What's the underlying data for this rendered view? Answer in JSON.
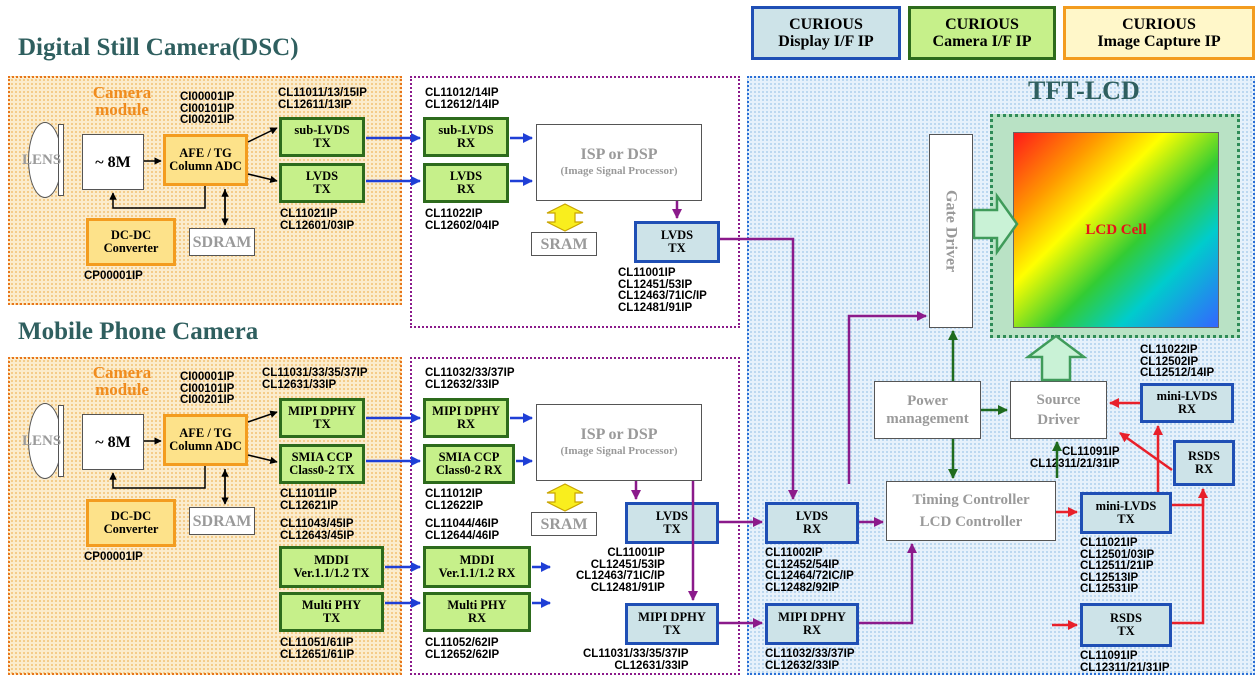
{
  "titles": {
    "dsc": "Digital Still Camera(DSC)",
    "mobile": "Mobile Phone Camera",
    "tft": "TFT-LCD"
  },
  "legend": [
    {
      "line1": "CURIOUS",
      "line2": "Display I/F IP"
    },
    {
      "line1": "CURIOUS",
      "line2": "Camera I/F IP"
    },
    {
      "line1": "CURIOUS",
      "line2": "Image Capture IP"
    }
  ],
  "dsc": {
    "camera_module": "Camera\nmodule",
    "lens": "LENS",
    "sensor": "~ 8M",
    "afe": "AFE / TG\nColumn ADC",
    "sdram": "SDRAM",
    "dcdc": "DC-DC\nConverter",
    "cp_ip": "CP00001IP",
    "ci_ip": "CI00001IP\nCI00101IP\nCI00201IP",
    "tx_top_ip": "CL11011/13/15IP\nCL12611/13IP",
    "sublvds_tx": "sub-LVDS\nTX",
    "lvds_tx": "LVDS\nTX",
    "tx_bot_ip": "CL11021IP\nCL12601/03IP",
    "rx_top_ip": "CL11012/14IP\nCL12612/14IP",
    "sublvds_rx": "sub-LVDS\nRX",
    "lvds_rx": "LVDS\nRX",
    "rx_bot_ip": "CL11022IP\nCL12602/04IP",
    "isp": "ISP or DSP",
    "isp_sub": "(Image Signal Processor)",
    "sram": "SRAM",
    "out_tx": "LVDS\nTX",
    "out_tx_ip": "CL11001IP\nCL12451/53IP\nCL12463/71IC/IP\nCL12481/91IP"
  },
  "mobile": {
    "camera_module": "Camera\nmodule",
    "lens": "LENS",
    "sensor": "~ 8M",
    "afe": "AFE / TG\nColumn ADC",
    "sdram": "SDRAM",
    "dcdc": "DC-DC\nConverter",
    "cp_ip": "CP00001IP",
    "ci_ip": "CI00001IP\nCI00101IP\nCI00201IP",
    "tx_top_ip": "CL11031/33/35/37IP\nCL12631/33IP",
    "mipi_tx": "MIPI DPHY\nTX",
    "smia_tx": "SMIA CCP\nClass0-2 TX",
    "smia_tx_ip": "CL11011IP\nCL12621IP",
    "mddi_tx_ip": "CL11043/45IP\nCL12643/45IP",
    "mddi_tx": "MDDI\nVer.1.1/1.2 TX",
    "multi_tx": "Multi PHY\nTX",
    "multi_tx_ip": "CL11051/61IP\nCL12651/61IP",
    "rx_top_ip": "CL11032/33/37IP\nCL12632/33IP",
    "mipi_rx": "MIPI DPHY\nRX",
    "smia_rx": "SMIA CCP\nClass0-2 RX",
    "smia_rx_ip": "CL11012IP\nCL12622IP",
    "mddi_rx_ip": "CL11044/46IP\nCL12644/46IP",
    "mddi_rx": "MDDI\nVer.1.1/1.2 RX",
    "multi_rx": "Multi PHY\nRX",
    "multi_rx_ip": "CL11052/62IP\nCL12652/62IP",
    "isp": "ISP or DSP",
    "isp_sub": "(Image Signal Processor)",
    "sram": "SRAM",
    "lvds_tx": "LVDS\nTX",
    "lvds_tx_ip": "CL11001IP\nCL12451/53IP\nCL12463/71IC/IP\nCL12481/91IP",
    "mipi_out_tx": "MIPI DPHY\nTX",
    "mipi_out_tx_ip": "CL11031/33/35/37IP\nCL12631/33IP"
  },
  "lcd": {
    "gate_driver": "Gate Driver",
    "lcd_cell": "LCD Cell",
    "power": "Power\nmanagement",
    "source": "Source\nDriver",
    "timing": "Timing Controller\nLCD Controller",
    "lvds_rx": "LVDS\nRX",
    "lvds_rx_ip": "CL11002IP\nCL12452/54IP\nCL12464/72IC/IP\nCL12482/92IP",
    "mipi_rx": "MIPI DPHY\nRX",
    "mipi_rx_ip": "CL11032/33/37IP\nCL12632/33IP",
    "minilvds_rx_ip": "CL11022IP\nCL12502IP\nCL12512/14IP",
    "minilvds_rx": "mini-LVDS\nRX",
    "rsds_rx_ip": "CL11091IP\nCL12311/21/31IP",
    "rsds_rx": "RSDS\nRX",
    "minilvds_tx": "mini-LVDS\nTX",
    "minilvds_tx_ip": "CL11021IP\nCL12501/03IP\nCL12511/21IP\nCL12513IP\nCL12531IP",
    "rsds_tx": "RSDS\nTX",
    "rsds_tx_ip": "CL11091IP\nCL12311/21/31IP"
  },
  "colors": {
    "blue_arrow": "#1f3fd6",
    "purple_arrow": "#8b1a8b",
    "green_arrow": "#1e6b1e",
    "red_arrow": "#e8202a"
  }
}
